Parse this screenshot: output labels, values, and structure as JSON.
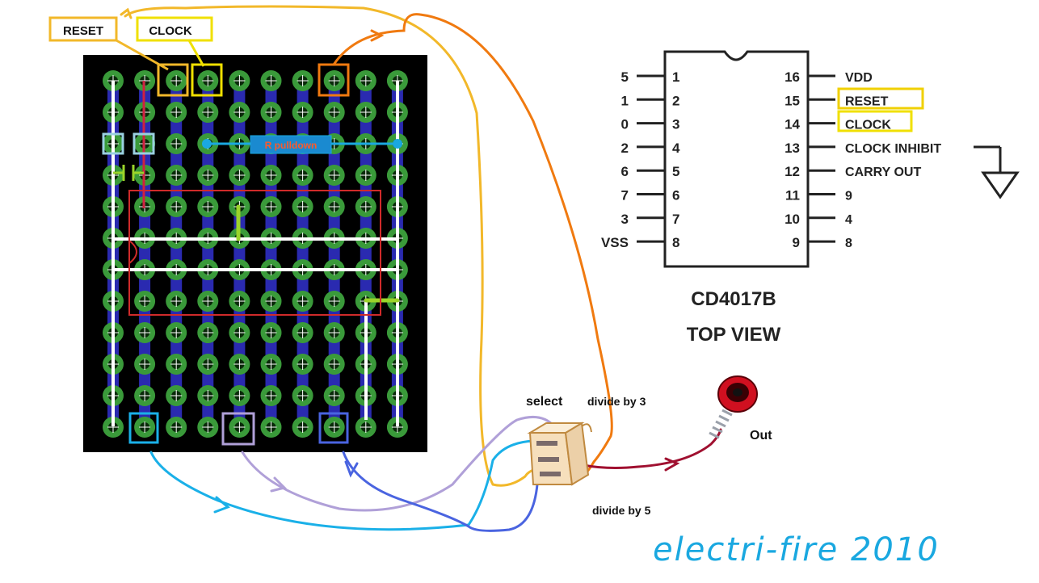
{
  "callouts": {
    "reset": "RESET",
    "clock": "CLOCK"
  },
  "board": {
    "resistor_label": "R pulldown"
  },
  "switch": {
    "select": "select",
    "divide3": "divide by 3",
    "divide5": "divide by 5"
  },
  "output": {
    "label": "Out"
  },
  "chip": {
    "name": "CD4017B",
    "view": "TOP VIEW",
    "left_pins": [
      {
        "pin": "1",
        "signal": "5"
      },
      {
        "pin": "2",
        "signal": "1"
      },
      {
        "pin": "3",
        "signal": "0"
      },
      {
        "pin": "4",
        "signal": "2"
      },
      {
        "pin": "5",
        "signal": "6"
      },
      {
        "pin": "6",
        "signal": "7"
      },
      {
        "pin": "7",
        "signal": "3"
      },
      {
        "pin": "8",
        "signal": "VSS"
      }
    ],
    "right_pins": [
      {
        "pin": "16",
        "signal": "VDD"
      },
      {
        "pin": "15",
        "signal": "RESET"
      },
      {
        "pin": "14",
        "signal": "CLOCK"
      },
      {
        "pin": "13",
        "signal": "CLOCK INHIBIT"
      },
      {
        "pin": "12",
        "signal": "CARRY OUT"
      },
      {
        "pin": "11",
        "signal": "9"
      },
      {
        "pin": "10",
        "signal": "4"
      },
      {
        "pin": "9",
        "signal": "8"
      }
    ]
  },
  "signature": "electri-fire 2010",
  "colors": {
    "board_bg": "#000000",
    "pad_ring": "#3a9a3a",
    "strip": "#2a2ab0",
    "reset_wire": "#f2b82a",
    "clock_box": "#f0e000",
    "orange_wire": "#f07a10",
    "cyan_wire": "#1ab0e8",
    "lavender_wire": "#b0a0d8",
    "blue_wire": "#4a64e0",
    "chip_outline": "#222222",
    "out_red": "#c01020",
    "signature": "#1aa8e0"
  }
}
